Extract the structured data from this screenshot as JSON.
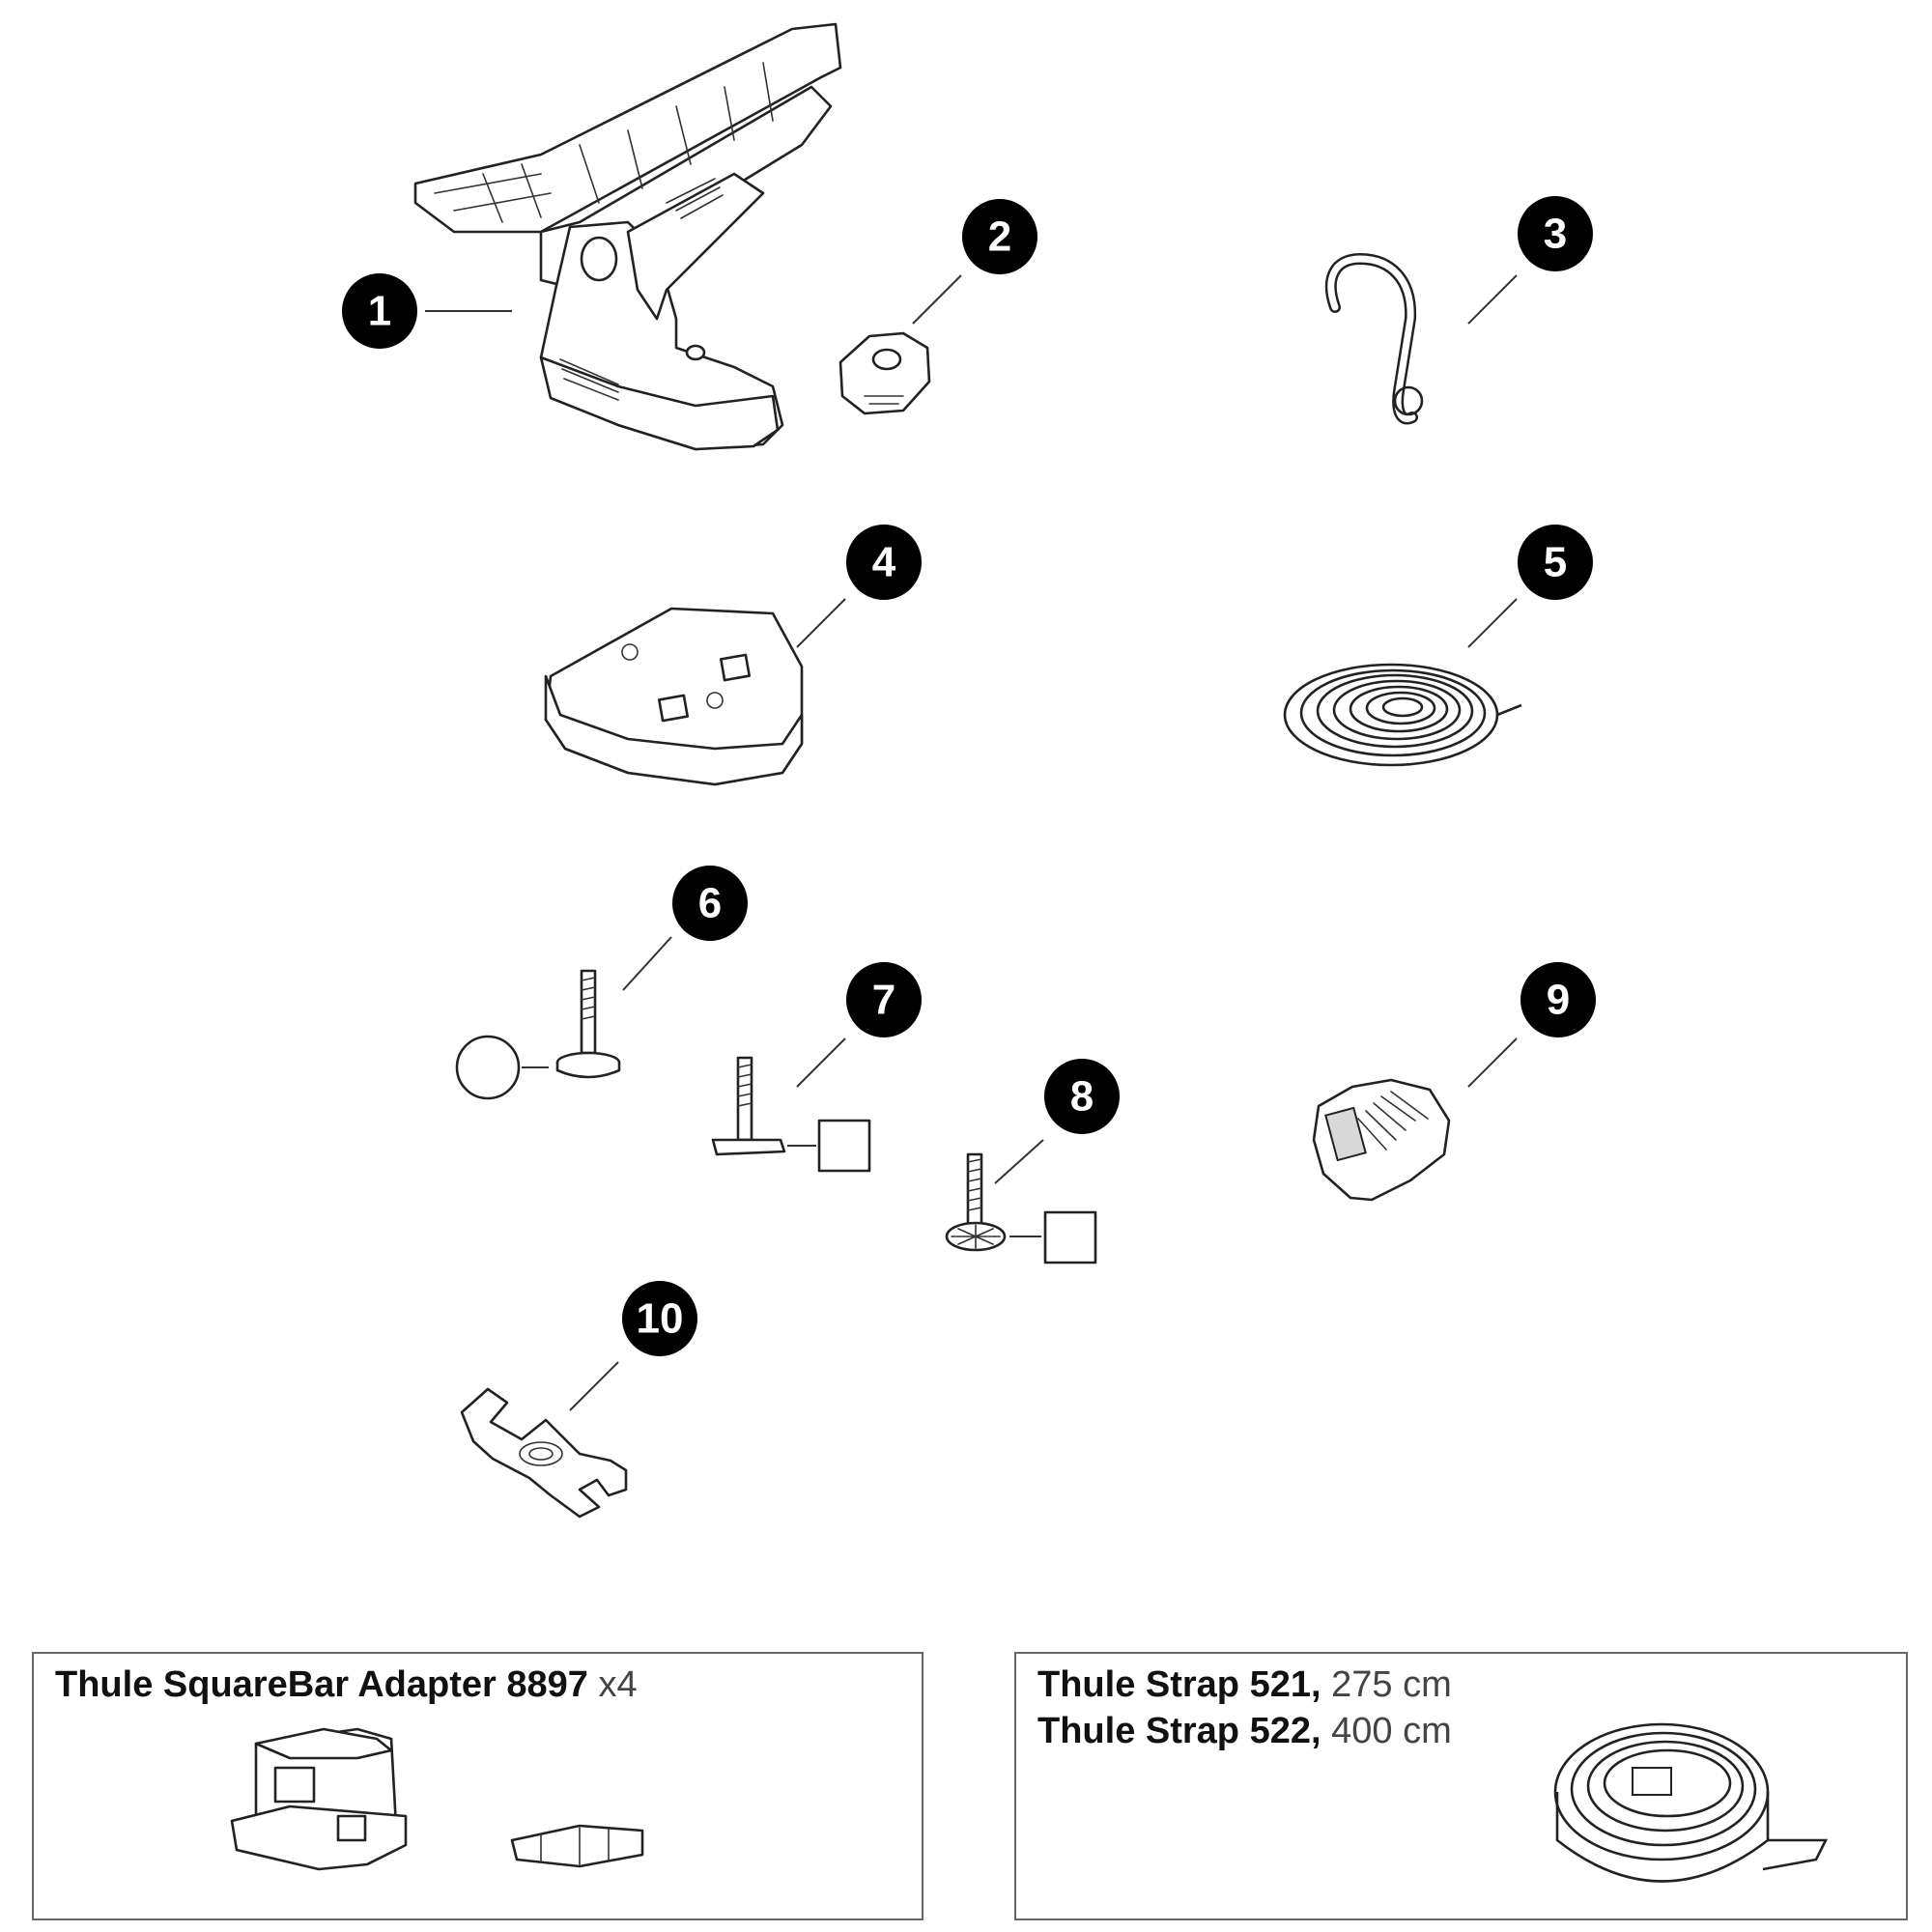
{
  "callouts": [
    "1",
    "2",
    "3",
    "4",
    "5",
    "6",
    "7",
    "8",
    "9",
    "10"
  ],
  "accessory_boxes": [
    {
      "lines": [
        {
          "name": "Thule SquareBar Adapter 8897",
          "detail": "x4"
        }
      ]
    },
    {
      "lines": [
        {
          "name": "Thule Strap 521,",
          "detail": "275 cm"
        },
        {
          "name": "Thule Strap 522,",
          "detail": "400 cm"
        }
      ]
    }
  ],
  "colors": {
    "callout_fill": "#000000",
    "callout_text": "#ffffff",
    "line": "#222222",
    "box_border": "#666666"
  }
}
